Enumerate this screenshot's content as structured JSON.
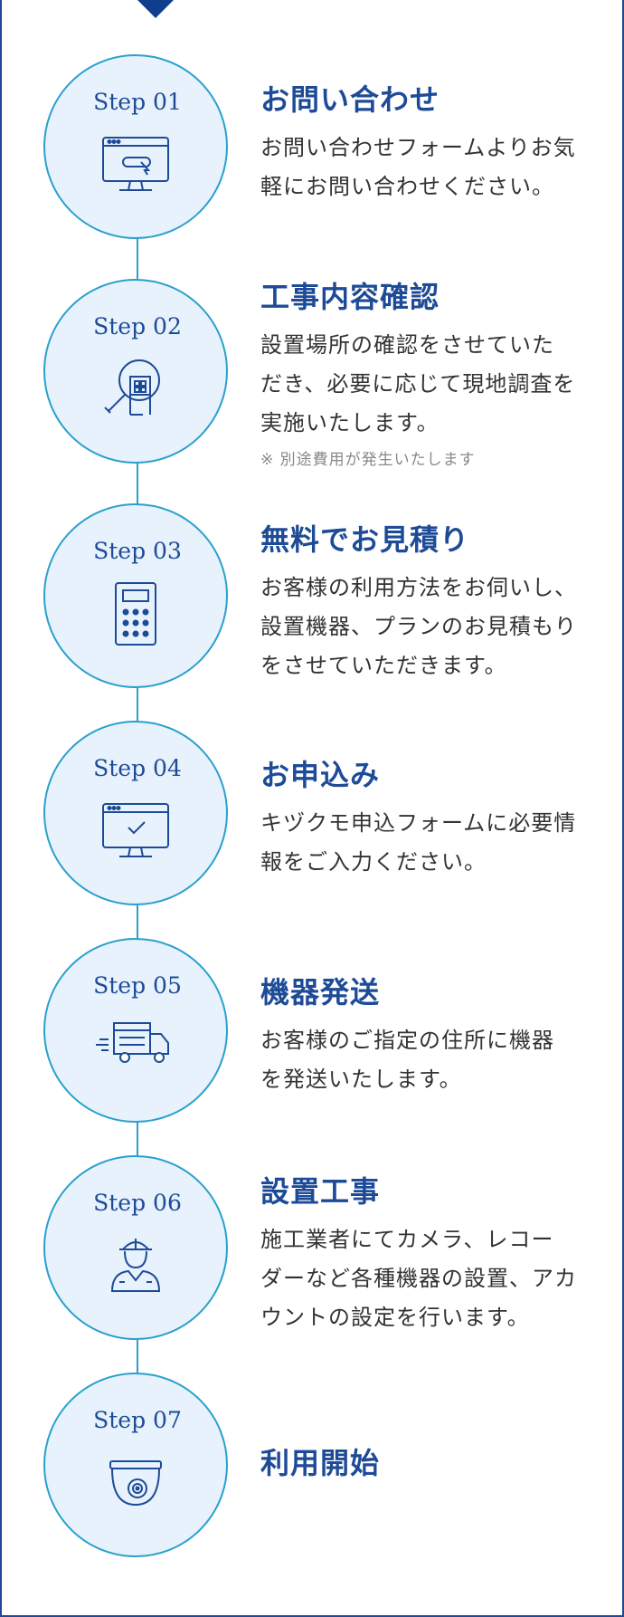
{
  "colors": {
    "accent": "#1e4b97",
    "circle_fill": "#e7f2fd",
    "circle_stroke": "#2aa0cd",
    "body_text": "#333333",
    "note_text": "#888888"
  },
  "steps": [
    {
      "label": "Step 01",
      "icon": "monitor-click-icon",
      "title": "お問い合わせ",
      "desc_lines": [
        "お問い合わせフォームよりお気",
        "軽にお問い合わせください。"
      ]
    },
    {
      "label": "Step 02",
      "icon": "site-inspection-icon",
      "title": "工事内容確認",
      "desc_lines": [
        "設置場所の確認をさせていた",
        "だき、必要に応じて現地調査を",
        "実施いたします。"
      ],
      "note": "※ 別途費用が発生いたします"
    },
    {
      "label": "Step 03",
      "icon": "calculator-icon",
      "title": "無料でお見積り",
      "desc_lines": [
        "お客様の利用方法をお伺いし、",
        "設置機器、プランのお見積もり",
        "をさせていただきます。"
      ]
    },
    {
      "label": "Step 04",
      "icon": "monitor-check-icon",
      "title": "お申込み",
      "desc_lines": [
        "キヅクモ申込フォームに必要情",
        "報をご入力ください。"
      ]
    },
    {
      "label": "Step 05",
      "icon": "delivery-truck-icon",
      "title": "機器発送",
      "desc_lines": [
        "お客様のご指定の住所に機器",
        "を発送いたします。"
      ]
    },
    {
      "label": "Step 06",
      "icon": "construction-worker-icon",
      "title": "設置工事",
      "desc_lines": [
        "施工業者にてカメラ、レコー",
        "ダーなど各種機器の設置、アカ",
        "ウントの設定を行います。"
      ]
    },
    {
      "label": "Step 07",
      "icon": "security-camera-icon",
      "title": "利用開始"
    }
  ]
}
